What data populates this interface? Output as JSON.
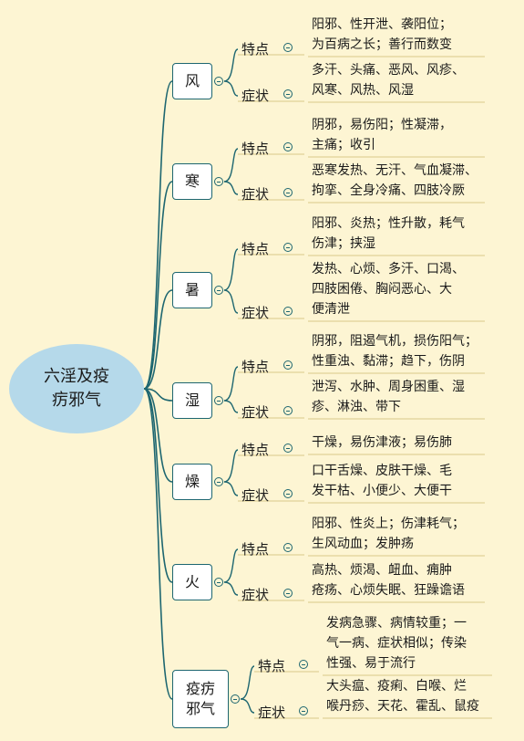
{
  "root": {
    "line1": "六淫及疫",
    "line2": "疠邪气"
  },
  "labels": {
    "feature": "特点",
    "symptom": "症状"
  },
  "nodes": [
    {
      "name": "风",
      "feature": [
        "阳邪、性开泄、袭阳位；",
        "为百病之长；善行而数变"
      ],
      "symptom": [
        "多汗、头痛、恶风、风疹、",
        "风寒、风热、风湿"
      ]
    },
    {
      "name": "寒",
      "feature": [
        "阴邪，易伤阳；性凝滞，",
        "主痛；收引"
      ],
      "symptom": [
        "恶寒发热、无汗、气血凝滞、",
        "拘挛、全身冷痛、四肢冷厥"
      ]
    },
    {
      "name": "暑",
      "feature": [
        "阳邪、炎热；性升散，耗气",
        "伤津；挟湿"
      ],
      "symptom": [
        "发热、心烦、多汗、口渴、",
        "四肢困倦、胸闷恶心、大",
        "便清泄"
      ]
    },
    {
      "name": "湿",
      "feature": [
        "阴邪，阻遏气机，损伤阳气；",
        "性重浊、黏滞；趋下，伤阴"
      ],
      "symptom": [
        "泄泻、水肿、周身困重、湿",
        "疹、淋浊、带下"
      ]
    },
    {
      "name": "燥",
      "feature": [
        "干燥，易伤津液；易伤肺"
      ],
      "symptom": [
        "口干舌燥、皮肤干燥、毛",
        "发干枯、小便少、大便干"
      ]
    },
    {
      "name": "火",
      "feature": [
        "阳邪、性炎上；伤津耗气；",
        "生风动血；发肿疡"
      ],
      "symptom": [
        "高热、烦渴、衄血、痈肿",
        "疮疡、心烦失眠、狂躁谵语"
      ]
    },
    {
      "name": "疫疠邪气",
      "feature": [
        "发病急骤、病情较重；一",
        "气一病、症状相似；传染",
        "性强、易于流行"
      ],
      "symptom": [
        "大头瘟、疫痢、白喉、烂",
        "喉丹痧、天花、霍乱、鼠疫"
      ]
    }
  ]
}
